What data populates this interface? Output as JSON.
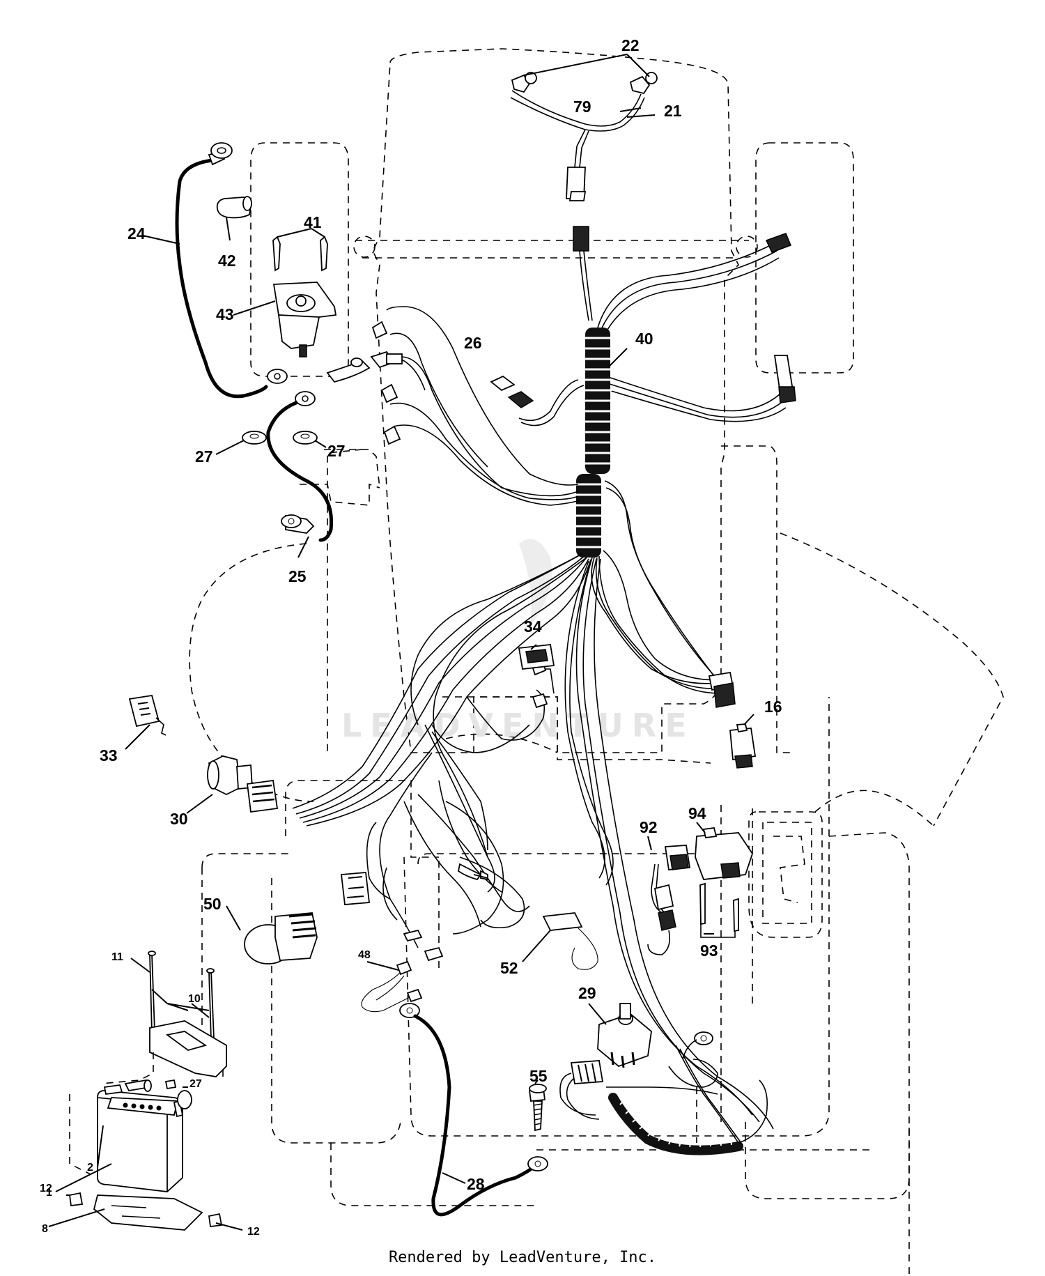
{
  "watermark": "LEADVENTURE",
  "footer": "Rendered by LeadVenture, Inc.",
  "callouts": {
    "c22": "22",
    "c79": "79",
    "c21": "21",
    "c24": "24",
    "c42": "42",
    "c41": "41",
    "c43": "43",
    "c27a": "27",
    "c27b": "27",
    "c27c": "27",
    "c25": "25",
    "c26": "26",
    "c40": "40",
    "c34": "34",
    "c33": "33",
    "c16": "16",
    "c30": "30",
    "c92": "92",
    "c94": "94",
    "c93": "93",
    "c50": "50",
    "c48": "48",
    "c52": "52",
    "c10": "10",
    "c11": "11",
    "c29": "29",
    "c55": "55",
    "c12a": "12",
    "c12b": "12",
    "c2": "2",
    "c1": "1",
    "c8": "8",
    "c28": "28"
  }
}
